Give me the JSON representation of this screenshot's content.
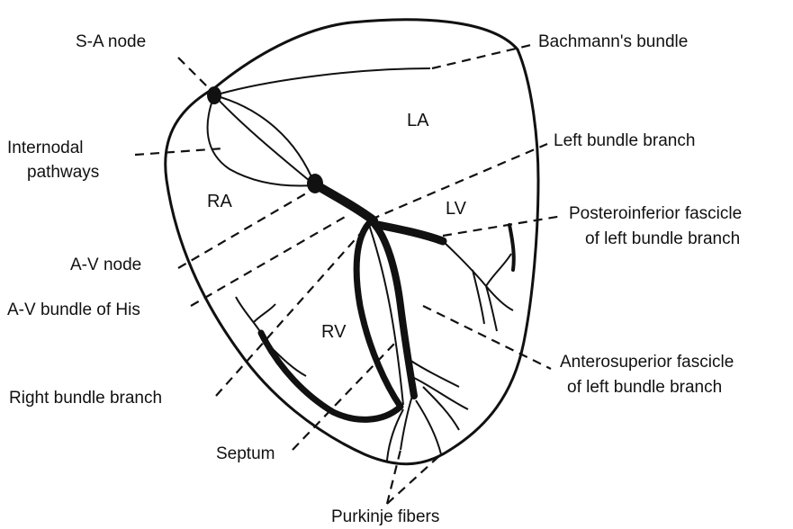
{
  "labels": {
    "sa_node": "S-A node",
    "bachmann": "Bachmann's bundle",
    "internodal_1": "Internodal",
    "internodal_2": "pathways",
    "left_bundle": "Left bundle branch",
    "posteroinferior_1": "Posteroinferior fascicle",
    "posteroinferior_2": "of left bundle branch",
    "av_node": "A-V node",
    "av_bundle": "A-V bundle of His",
    "anterosuperior_1": "Anterosuperior fascicle",
    "anterosuperior_2": "of left bundle branch",
    "right_bundle": "Right bundle branch",
    "septum": "Septum",
    "purkinje": "Purkinje fibers"
  },
  "chambers": {
    "la": "LA",
    "ra": "RA",
    "lv": "LV",
    "rv": "RV"
  }
}
